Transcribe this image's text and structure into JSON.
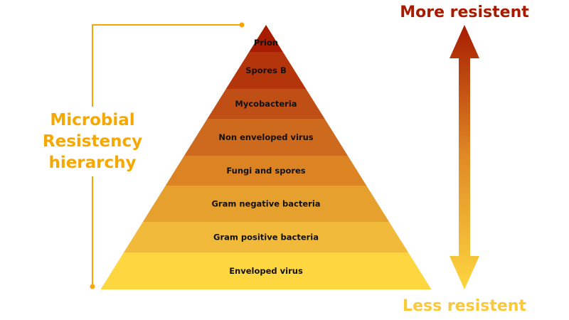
{
  "title": [
    "Microbial",
    "Resistency",
    "hierarchy"
  ],
  "more_label": "More resistent",
  "less_label": "Less resistent",
  "levels": [
    {
      "label": "Prion",
      "color": "#a71c00"
    },
    {
      "label": "Spores B",
      "color": "#b5350a"
    },
    {
      "label": "Mycobacteria",
      "color": "#c04f16"
    },
    {
      "label": "Non enveloped virus",
      "color": "#cd6a1d"
    },
    {
      "label": "Fungi and spores",
      "color": "#dc8424"
    },
    {
      "label": "Gram negative bacteria",
      "color": "#e5a02e"
    },
    {
      "label": "Gram positive bacteria",
      "color": "#f2ba3a"
    },
    {
      "label": "Enveloped virus",
      "color": "#fdd640"
    }
  ],
  "colors": {
    "bracket": "#f7a800",
    "arrow_top": "#a71c00",
    "arrow_bottom": "#fdd640"
  }
}
